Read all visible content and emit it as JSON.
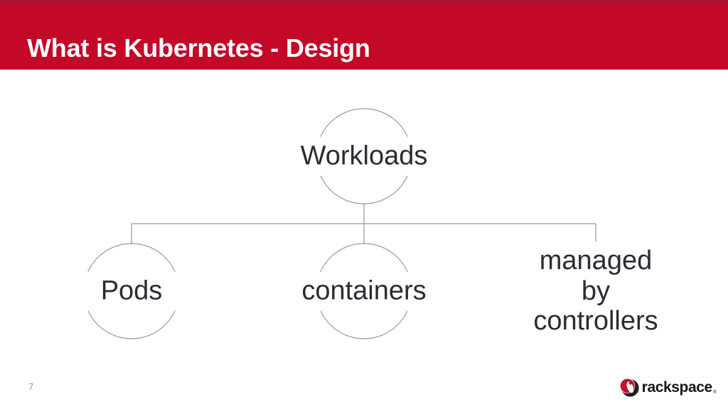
{
  "header": {
    "title": "What is Kubernetes - Design"
  },
  "diagram": {
    "root": {
      "label": "Workloads"
    },
    "children": [
      {
        "label": "Pods"
      },
      {
        "label": "containers"
      },
      {
        "label": "managed by\ncontrollers"
      }
    ]
  },
  "footer": {
    "page_number": "7",
    "logo": {
      "brand": "rackspace",
      "registered_mark": "®"
    }
  },
  "colors": {
    "banner_red": "#c40828",
    "logo_red": "#c4122f",
    "logo_black": "#231f20",
    "connector_gray": "#989898",
    "node_text": "#2b2b33",
    "title_text": "#ffffff"
  }
}
